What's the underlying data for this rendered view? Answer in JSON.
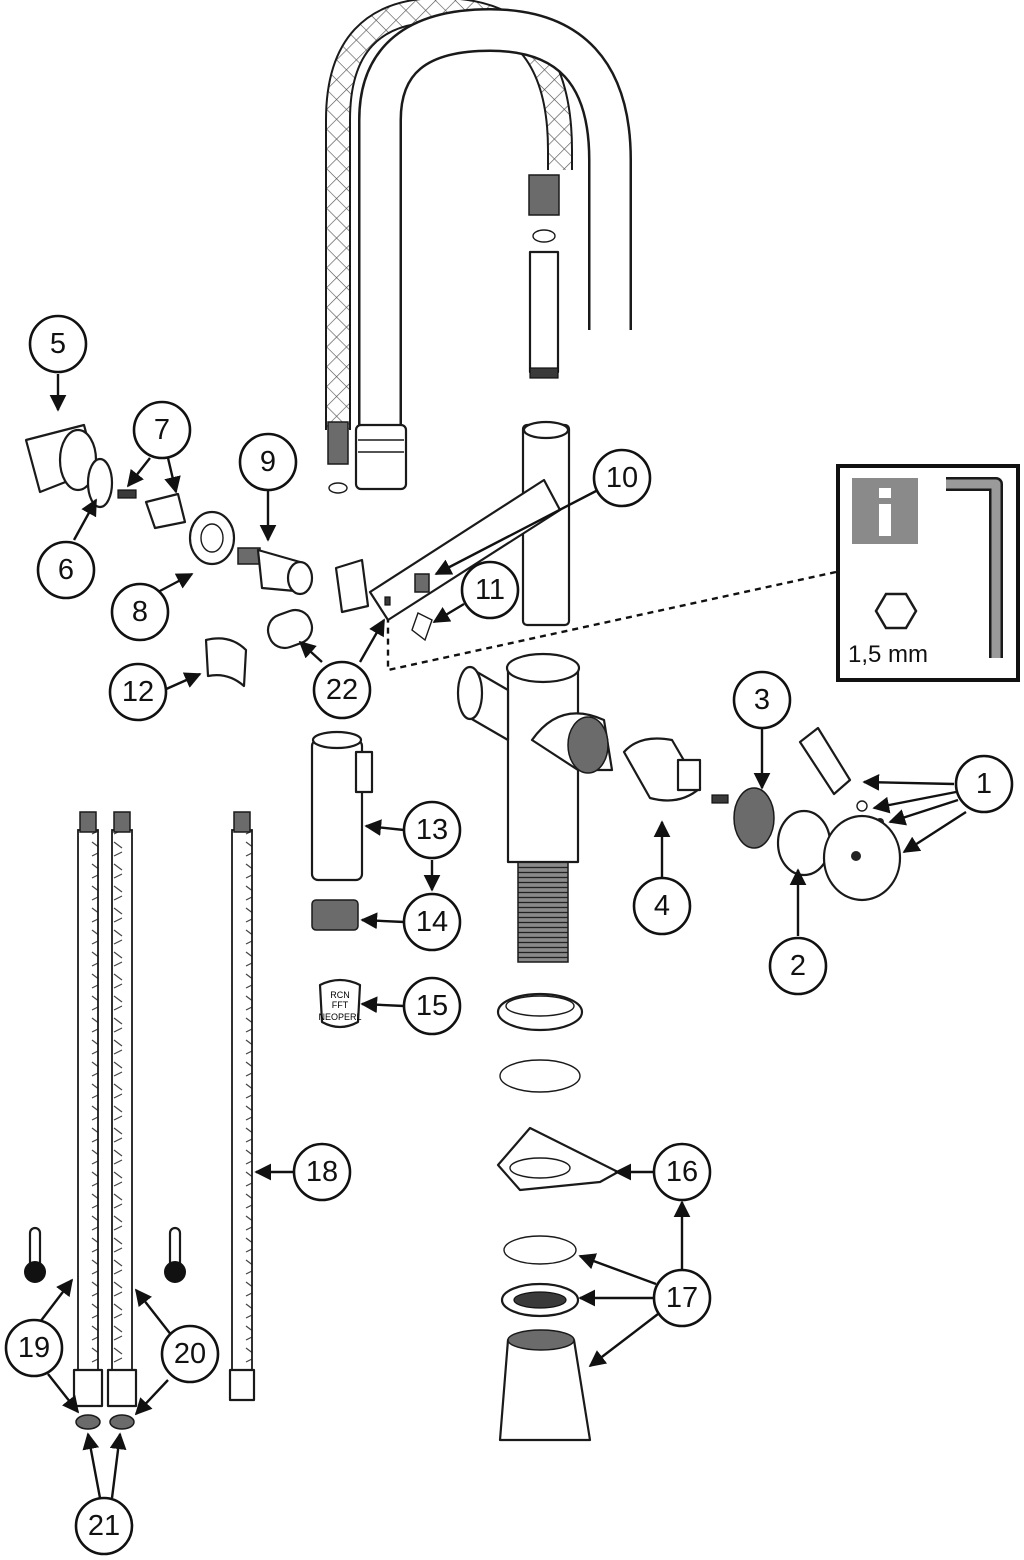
{
  "callouts": {
    "c1": "1",
    "c2": "2",
    "c3": "3",
    "c4": "4",
    "c5": "5",
    "c6": "6",
    "c7": "7",
    "c8": "8",
    "c9": "9",
    "c10": "10",
    "c11": "11",
    "c12": "12",
    "c13": "13",
    "c14": "14",
    "c15": "15",
    "c16": "16",
    "c17": "17",
    "c18": "18",
    "c19": "19",
    "c20": "20",
    "c21": "21",
    "c22": "22"
  },
  "info_box": {
    "icon": "info-icon",
    "tool_icon": "allen-key-icon",
    "hex_icon": "hexagon-icon",
    "size_label": "1,5 mm"
  },
  "aerator_print": {
    "line1": "RCN",
    "line2": "FFT",
    "brand": "NEOPERL"
  },
  "colors": {
    "line": "#1a1a1a",
    "info_grey": "#8a8a8a",
    "thread": "#6b6b6b"
  }
}
